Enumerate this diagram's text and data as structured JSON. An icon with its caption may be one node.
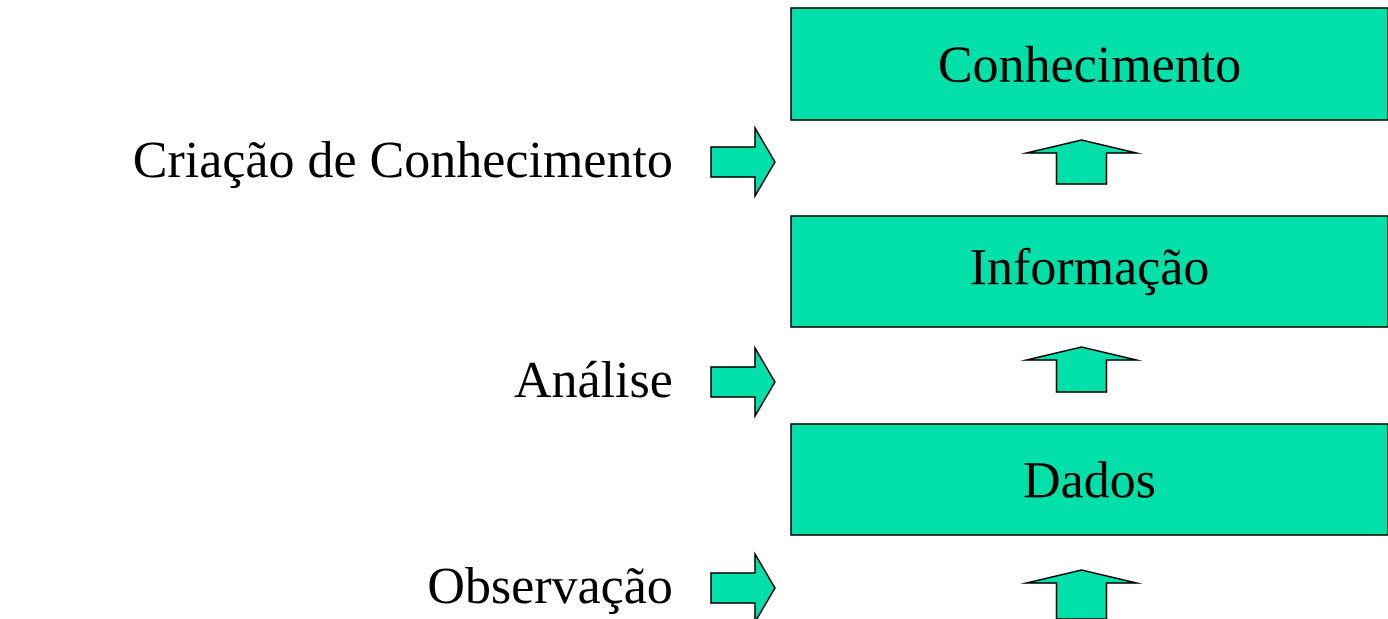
{
  "diagram": {
    "nodes": [
      {
        "text": [
          "Conhecimento"
        ]
      },
      {
        "text": [
          "Informação"
        ]
      },
      {
        "text": [
          "Dados"
        ]
      },
      {
        "text": [
          "Criação de Conhecimento"
        ]
      },
      {
        "text": [
          "Análise"
        ]
      },
      {
        "text": [
          "Observação"
        ]
      }
    ],
    "edges": [
      {
        "from": 3,
        "to": null,
        "arrow": "to"
      },
      {
        "from": 1,
        "to": 0,
        "arrow": "to"
      },
      {
        "from": 4,
        "to": null,
        "arrow": "to"
      },
      {
        "from": 2,
        "to": 1,
        "arrow": "to"
      },
      {
        "from": 5,
        "to": null,
        "arrow": "to"
      },
      {
        "from": null,
        "to": 2,
        "arrow": "to"
      }
    ]
  }
}
